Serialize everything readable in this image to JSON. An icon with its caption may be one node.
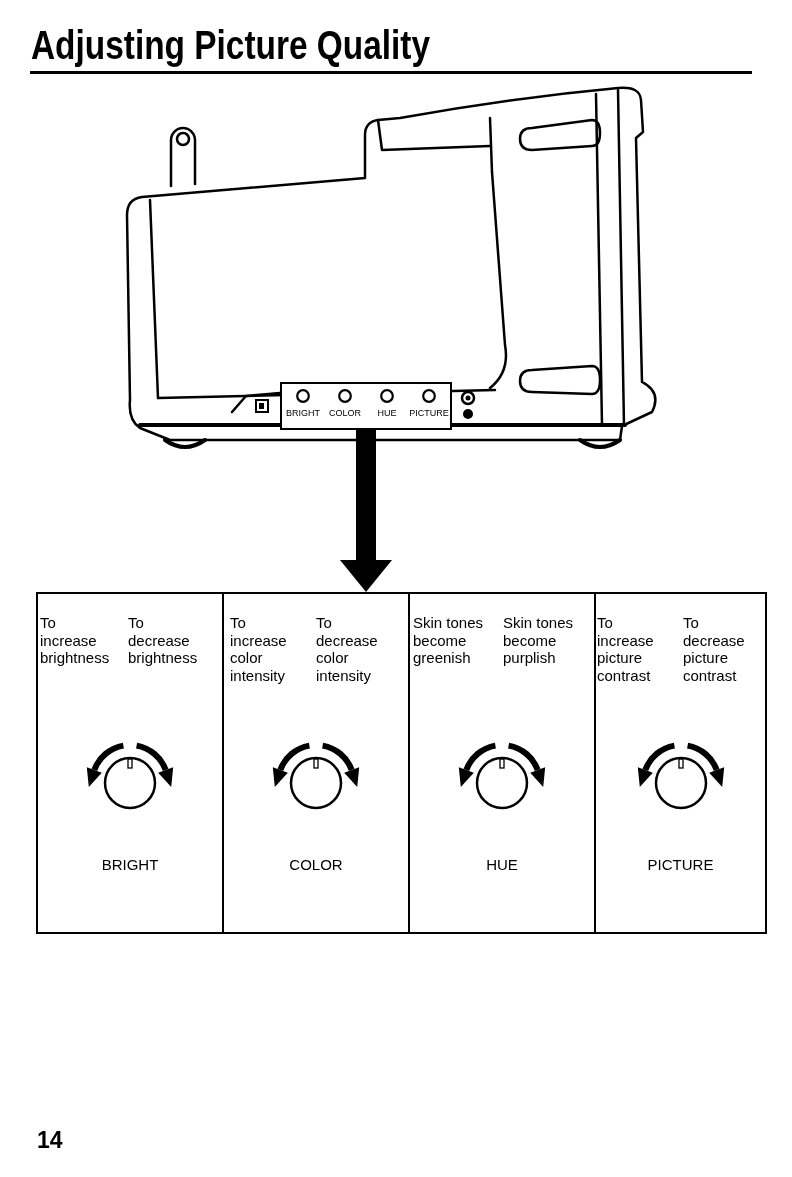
{
  "diagram": {
    "title": "Adjusting Picture Quality",
    "nodes": [
      {
        "text": [],
        "shape": "picture"
      },
      {
        "text": [
          "BRIGHT",
          "COLOR",
          "HUE",
          "PICTURE"
        ],
        "in": 0
      },
      {
        "text": [],
        "shape": "box"
      },
      {
        "text": [
          "To increase brightness",
          "To decrease brightness",
          "BRIGHT"
        ],
        "in": 2
      },
      {
        "text": [
          "To increase color intensity",
          "To decrease color intensity",
          "COLOR"
        ],
        "in": 2
      },
      {
        "text": [
          "Skin tones become greenish",
          "Skin tones become purplish",
          "HUE"
        ],
        "in": 2
      },
      {
        "text": [
          "To increase picture contrast",
          "To decrease picture contrast",
          "PICTURE"
        ],
        "in": 2
      }
    ],
    "edges": [
      {
        "from": 1,
        "to": 2,
        "arrow": "to"
      }
    ],
    "labels": [
      "14"
    ]
  }
}
